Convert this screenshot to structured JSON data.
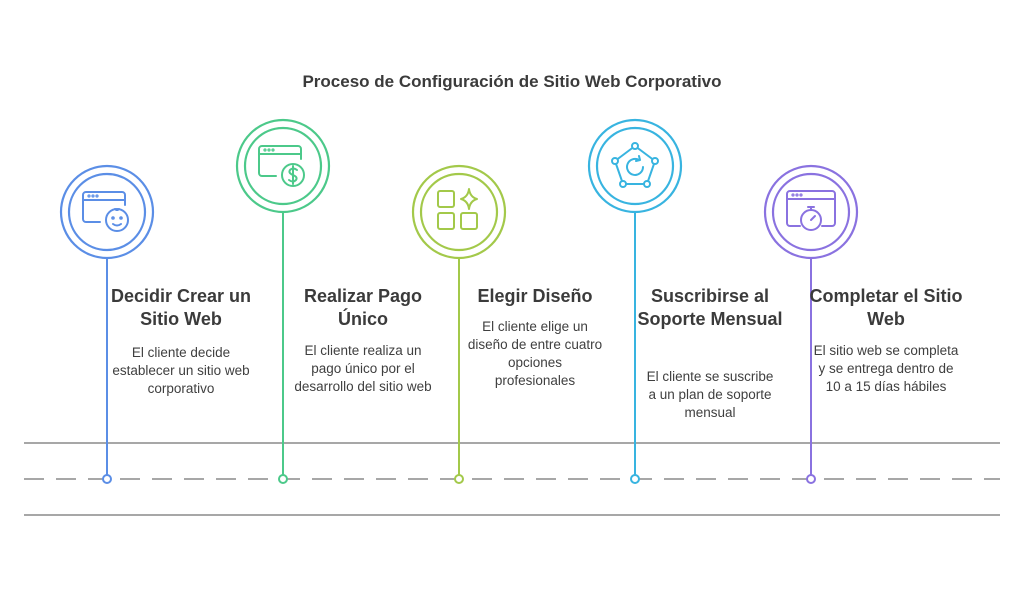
{
  "title": "Proceso de Configuración de Sitio Web Corporativo",
  "steps": [
    {
      "title": "Decidir Crear un Sitio Web",
      "description": "El cliente decide establecer un sitio web corporativo",
      "color": "#5b8ee6",
      "icon": "browser-baby-icon"
    },
    {
      "title": "Realizar Pago Único",
      "description": "El cliente realiza un pago único por el desarrollo del sitio web",
      "color": "#4cc98a",
      "icon": "browser-dollar-icon"
    },
    {
      "title": "Elegir Diseño",
      "description": "El cliente elige un diseño de entre cuatro opciones profesionales",
      "color": "#a3c94a",
      "icon": "layout-sparkle-icon"
    },
    {
      "title": "Suscribirse al Soporte Mensual",
      "description": "El cliente se suscribe a un plan de soporte mensual",
      "color": "#38b4e0",
      "icon": "network-refresh-icon"
    },
    {
      "title": "Completar el Sitio Web",
      "description": "El sitio web se completa y se entrega dentro de 10 a 15 días hábiles",
      "color": "#8a72e0",
      "icon": "browser-stopwatch-icon"
    }
  ]
}
